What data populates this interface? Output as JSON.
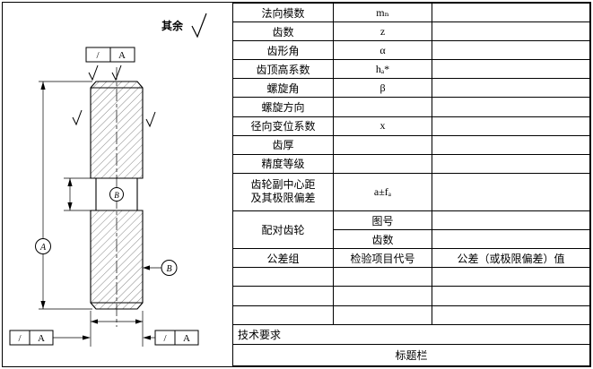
{
  "drawing": {
    "rest_label": "其余",
    "datum_a": "A",
    "datum_b": "B",
    "tolerance_frames": {
      "symbol": "/",
      "datum": "A"
    }
  },
  "table": {
    "rows": [
      {
        "label": "法向模数",
        "symbol": "mₙ",
        "value": ""
      },
      {
        "label": "齿数",
        "symbol": "z",
        "value": ""
      },
      {
        "label": "齿形角",
        "symbol": "α",
        "value": ""
      },
      {
        "label": "齿顶高系数",
        "symbol": "hₐ*",
        "value": ""
      },
      {
        "label": "螺旋角",
        "symbol": "β",
        "value": ""
      },
      {
        "label": "螺旋方向",
        "symbol": "",
        "value": ""
      },
      {
        "label": "径向变位系数",
        "symbol": "x",
        "value": ""
      },
      {
        "label": "齿厚",
        "symbol": "",
        "value": ""
      },
      {
        "label": "精度等级",
        "symbol": "",
        "value": ""
      },
      {
        "label": "齿轮副中心距\n及其极限偏差",
        "symbol": "a±fₐ",
        "value": ""
      },
      {
        "label": "配对齿轮",
        "symbol": "图号",
        "value": ""
      },
      {
        "label": "",
        "symbol": "齿数",
        "value": ""
      },
      {
        "label": "公差组",
        "symbol": "检验项目代号",
        "value": "公差（或极限偏差）值"
      },
      {
        "label": "",
        "symbol": "",
        "value": ""
      },
      {
        "label": "",
        "symbol": "",
        "value": ""
      },
      {
        "label": "",
        "symbol": "",
        "value": ""
      }
    ],
    "tech_requirements_label": "技术要求",
    "title_bar_label": "标题栏"
  }
}
